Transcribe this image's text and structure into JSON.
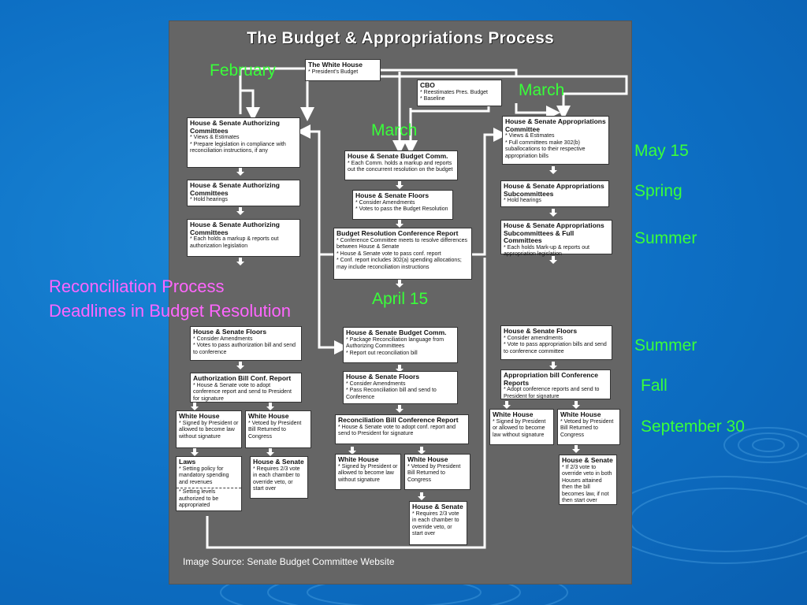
{
  "diagram": {
    "title": "The Budget & Appropriations Process",
    "source": "Image Source: Senate Budget Committee Website",
    "boxes": {
      "white_house": {
        "title": "The White House",
        "lines": "* President's Budget"
      },
      "cbo": {
        "title": "CBO",
        "lines": "* Reestimates Pres. Budget\n* Baseline"
      },
      "hs_auth_1": {
        "title": "House & Senate Authorizing Committees",
        "lines": "* Views & Estimates\n* Prepare legislation in compliance with reconciliation instructions, if any"
      },
      "hs_auth_2": {
        "title": "House & Senate Authorizing Committees",
        "lines": "* Hold hearings"
      },
      "hs_auth_3": {
        "title": "House & Senate Authorizing Committees",
        "lines": "* Each holds a markup & reports out authorization legislation"
      },
      "hs_budget_1": {
        "title": "House & Senate Budget Comm.",
        "lines": "* Each Comm. holds a markup and reports out the concurrent resolution on the budget"
      },
      "hs_floors_1": {
        "title": "House & Senate Floors",
        "lines": "* Consider Amendments\n* Votes to pass the Budget Resolution"
      },
      "budget_res_conf": {
        "title": "Budget Resolution Conference Report",
        "lines": "* Conference Committee meets to resolve differences between House & Senate\n* House & Senate vote to pass conf. report\n* Conf. report includes 302(a) spending allocations; may include reconciliation instructions"
      },
      "hs_approp_1": {
        "title": "House & Senate Appropriations Committee",
        "lines": "* Views & Estimates\n* Full committees make 302(b) suballocations to their respective appropriation bills"
      },
      "hs_approp_sub": {
        "title": "House & Senate Appropriations Subcommittees",
        "lines": "* Hold hearings"
      },
      "hs_approp_sub_full": {
        "title": "House & Senate Appropriations Subcommittees & Full Committees",
        "lines": "* Each holds Mark-up & reports out appropriation legislation"
      },
      "hs_floors_auth": {
        "title": "House & Senate Floors",
        "lines": "* Consider Amendments\n* Votes to pass authorization bill and send to conference"
      },
      "auth_bill_conf": {
        "title": "Authorization Bill Conf. Report",
        "lines": "* House & Senate vote to adopt conference report and send to President for signature"
      },
      "wh_auth_signed": {
        "title": "White House",
        "lines": "* Signed by President or allowed to become law without signature"
      },
      "wh_auth_veto": {
        "title": "White House",
        "lines": "* Vetoed by President Bill Returned to Congress"
      },
      "laws": {
        "title": "Laws",
        "lines": "* Setting policy for mandatory spending and revenues",
        "lines2": "* Setting levels authorized to be appropriated"
      },
      "hs_auth_override": {
        "title": "House & Senate",
        "lines": "* Requires 2/3 vote in each chamber to override veto, or start over"
      },
      "hs_budget_recon": {
        "title": "House & Senate Budget Comm.",
        "lines": "* Package Reconciliation language from Authorizing Committees\n* Report out reconciliation bill"
      },
      "hs_floors_recon": {
        "title": "House & Senate Floors",
        "lines": "* Consider Amendments\n* Pass Reconciliation bill and send to Conference"
      },
      "recon_conf": {
        "title": "Reconciliation Bill Conference Report",
        "lines": "* House & Senate vote to adopt conf. report and send to President for signature"
      },
      "wh_recon_signed": {
        "title": "White House",
        "lines": "* Signed by President or allowed to become law without signature"
      },
      "wh_recon_veto": {
        "title": "White House",
        "lines": "* Vetoed by President Bill Returned to Congress"
      },
      "hs_recon_override": {
        "title": "House & Senate",
        "lines": "* Requires 2/3 vote in each chamber to override veto, or start over"
      },
      "hs_floors_approp": {
        "title": "House & Senate Floors",
        "lines": "* Consider amendments\n* Vote to pass appropriation bills and send to conference committee"
      },
      "approp_conf": {
        "title": "Appropriation bill Conference Reports",
        "lines": "* Adopt conference reports and send to President for signature"
      },
      "wh_approp_signed": {
        "title": "White House",
        "lines": "* Signed by President or allowed to become law without signature"
      },
      "wh_approp_veto": {
        "title": "White House",
        "lines": "* Vetoed by President Bill Returned to Congress"
      },
      "hs_approp_override": {
        "title": "House & Senate",
        "lines": "* If 2/3 vote to override veto in both Houses attained then the bill becomes law, if not then start over"
      }
    }
  },
  "labels": {
    "february": "February",
    "march_cbo": "March",
    "march_budget": "March",
    "may15": "May 15",
    "spring": "Spring",
    "summer1": "Summer",
    "april15": "April 15",
    "summer2": "Summer",
    "fall": "Fall",
    "sept30": "September 30",
    "reconciliation": "Reconciliation Process",
    "deadlines": "Deadlines in Budget Resolution"
  },
  "colors": {
    "background": "#0d6fc4",
    "panel": "#656565",
    "green_label": "#39ff3a",
    "pink_label": "#ff66ff"
  }
}
